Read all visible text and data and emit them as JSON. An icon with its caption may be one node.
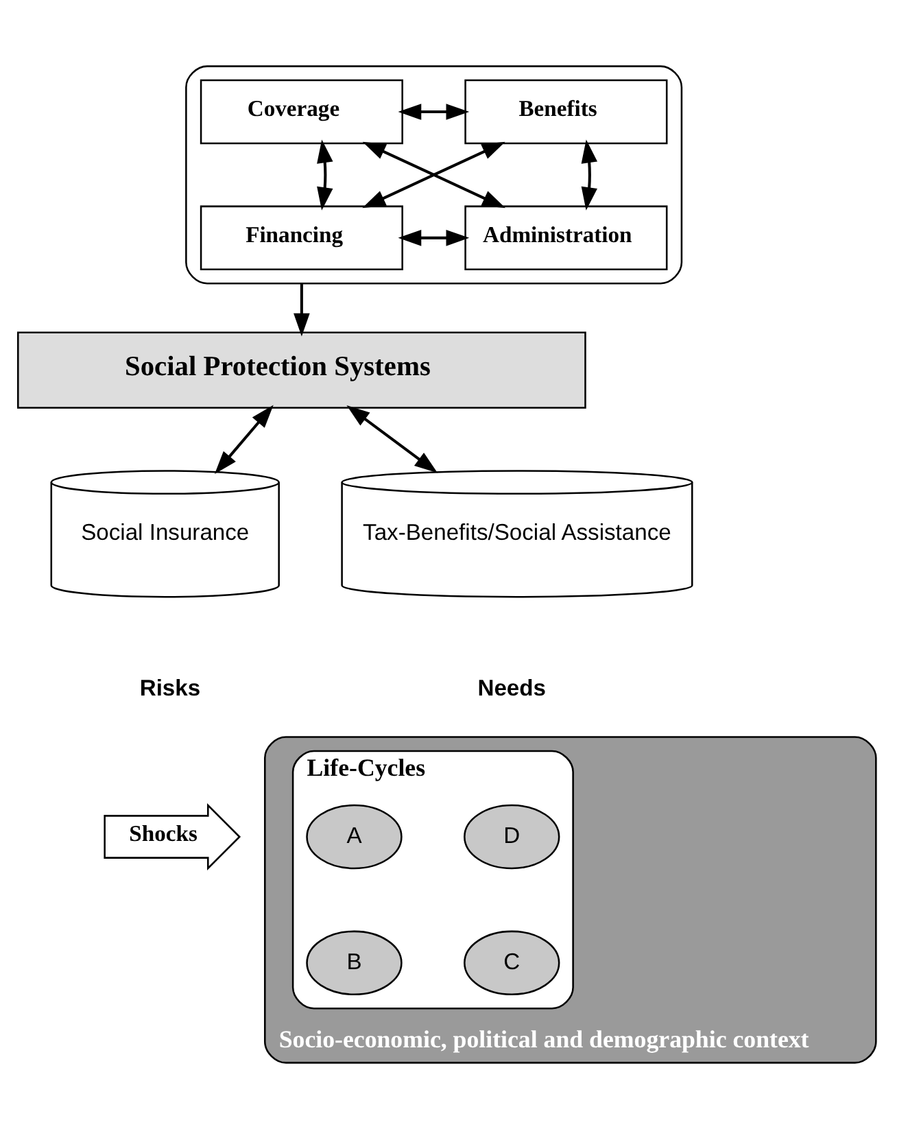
{
  "diagram": {
    "nodes": [
      {
        "text": [],
        "shape": "ellipse"
      },
      {
        "text": [
          "Coverage"
        ],
        "in": 0
      },
      {
        "text": [
          "Benefits"
        ],
        "in": 0
      },
      {
        "text": [
          "Financing"
        ],
        "in": 0
      },
      {
        "text": [
          "Administration"
        ],
        "in": 0
      },
      {
        "text": [
          "Social Protection Systems"
        ]
      },
      {
        "text": [
          "Social Insurance"
        ]
      },
      {
        "text": [
          "Tax-Benefits/Social Assistance"
        ]
      },
      {
        "text": [
          "Socio-economic, political and demographic context"
        ]
      },
      {
        "text": [
          "Life-Cycles"
        ],
        "in": 8
      },
      {
        "text": [
          "A"
        ],
        "in": 9
      },
      {
        "text": [
          "D"
        ],
        "in": 9
      },
      {
        "text": [
          "B"
        ],
        "in": 9
      },
      {
        "text": [
          "C"
        ],
        "in": 9
      },
      {
        "text": [
          "Shocks"
        ]
      }
    ],
    "edges": [
      {
        "from": 1,
        "to": 2,
        "arrow": "both"
      },
      {
        "from": 1,
        "to": 3,
        "arrow": "both"
      },
      {
        "from": 1,
        "to": 4,
        "arrow": "both"
      },
      {
        "from": 2,
        "to": 3,
        "arrow": "both"
      },
      {
        "from": 2,
        "to": 4,
        "arrow": "both"
      },
      {
        "from": 3,
        "to": 4,
        "arrow": "both"
      },
      {
        "from": 0,
        "to": 5,
        "arrow": "to"
      },
      {
        "from": 5,
        "to": 6,
        "arrow": "both"
      },
      {
        "from": 5,
        "to": 7,
        "arrow": "both"
      }
    ],
    "labels": [
      "Risks",
      "Needs"
    ]
  }
}
